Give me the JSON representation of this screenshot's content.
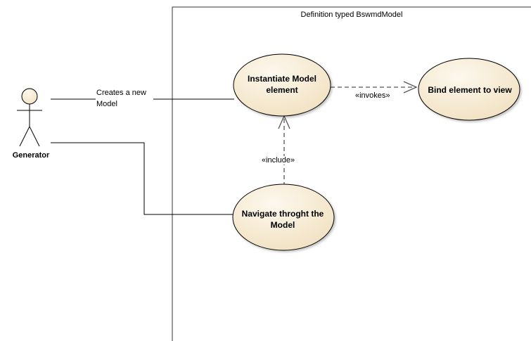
{
  "boundary": {
    "title": "Definition typed BswmdModel"
  },
  "actor": {
    "name": "Generator"
  },
  "use_cases": {
    "instantiate": {
      "line1": "Instantiate Model",
      "line2": "element"
    },
    "bind": {
      "label": "Bind element to view"
    },
    "navigate": {
      "line1": "Navigate throght the",
      "line2": "Model"
    }
  },
  "relations": {
    "association_label": {
      "line1": "Creates a new",
      "line2": "Model"
    },
    "invokes": "«invokes»",
    "include": "«include»"
  },
  "colors": {
    "usecase_fill": "#f7ecd7",
    "usecase_stroke": "#000000",
    "line": "#000000",
    "dependency_line": "#555555"
  }
}
